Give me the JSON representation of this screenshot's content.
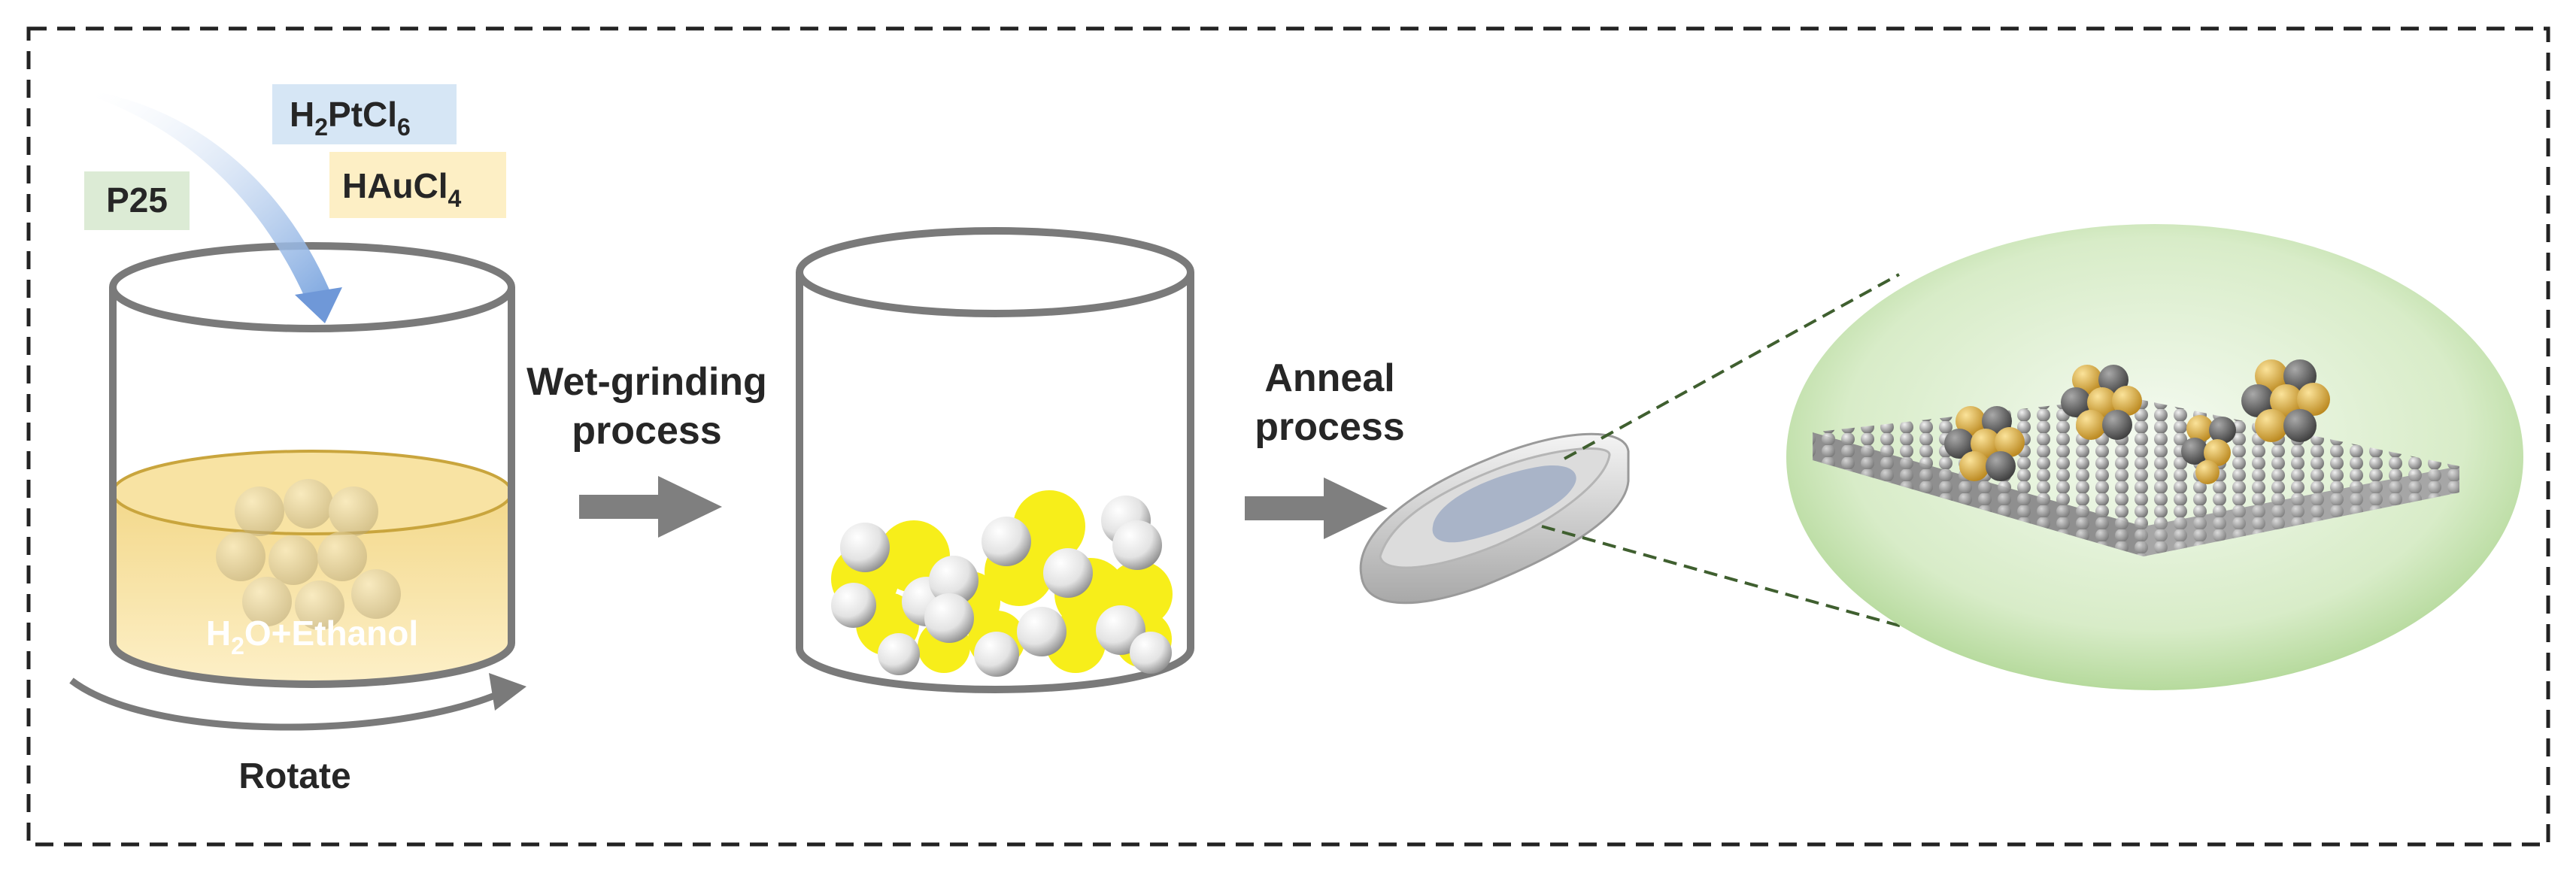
{
  "reagents": {
    "pt": {
      "main": "H",
      "sub1": "2",
      "mid": "PtCl",
      "sub2": "6",
      "bg": "#d6e6f5"
    },
    "au": {
      "main": "HAuCl",
      "sub": "4",
      "bg": "#fdefc5"
    },
    "p25": {
      "text": "P25",
      "bg": "#dcebd5"
    }
  },
  "solvent": {
    "h": "H",
    "sub": "2",
    "rest": "O+Ethanol",
    "liquid_color": "#f7dc8a"
  },
  "steps": {
    "rotate": "Rotate",
    "wet_line1": "Wet-grinding",
    "wet_line2": "process",
    "anneal_line1": "Anneal",
    "anneal_line2": "process"
  },
  "colors": {
    "outline": "#7a7a7a",
    "arrow": "#7f7f7f",
    "yellow_particle": "#f7ee1a",
    "white_ball": "#e9e9e9",
    "au_atom": "#e0b13a",
    "pt_atom": "#6f6f6f",
    "support_sphere": "#b9dca1"
  },
  "icons": [
    "curved-feed-arrow-icon",
    "rotate-arrow-icon",
    "right-arrow-icon",
    "boat-crucible-icon"
  ]
}
